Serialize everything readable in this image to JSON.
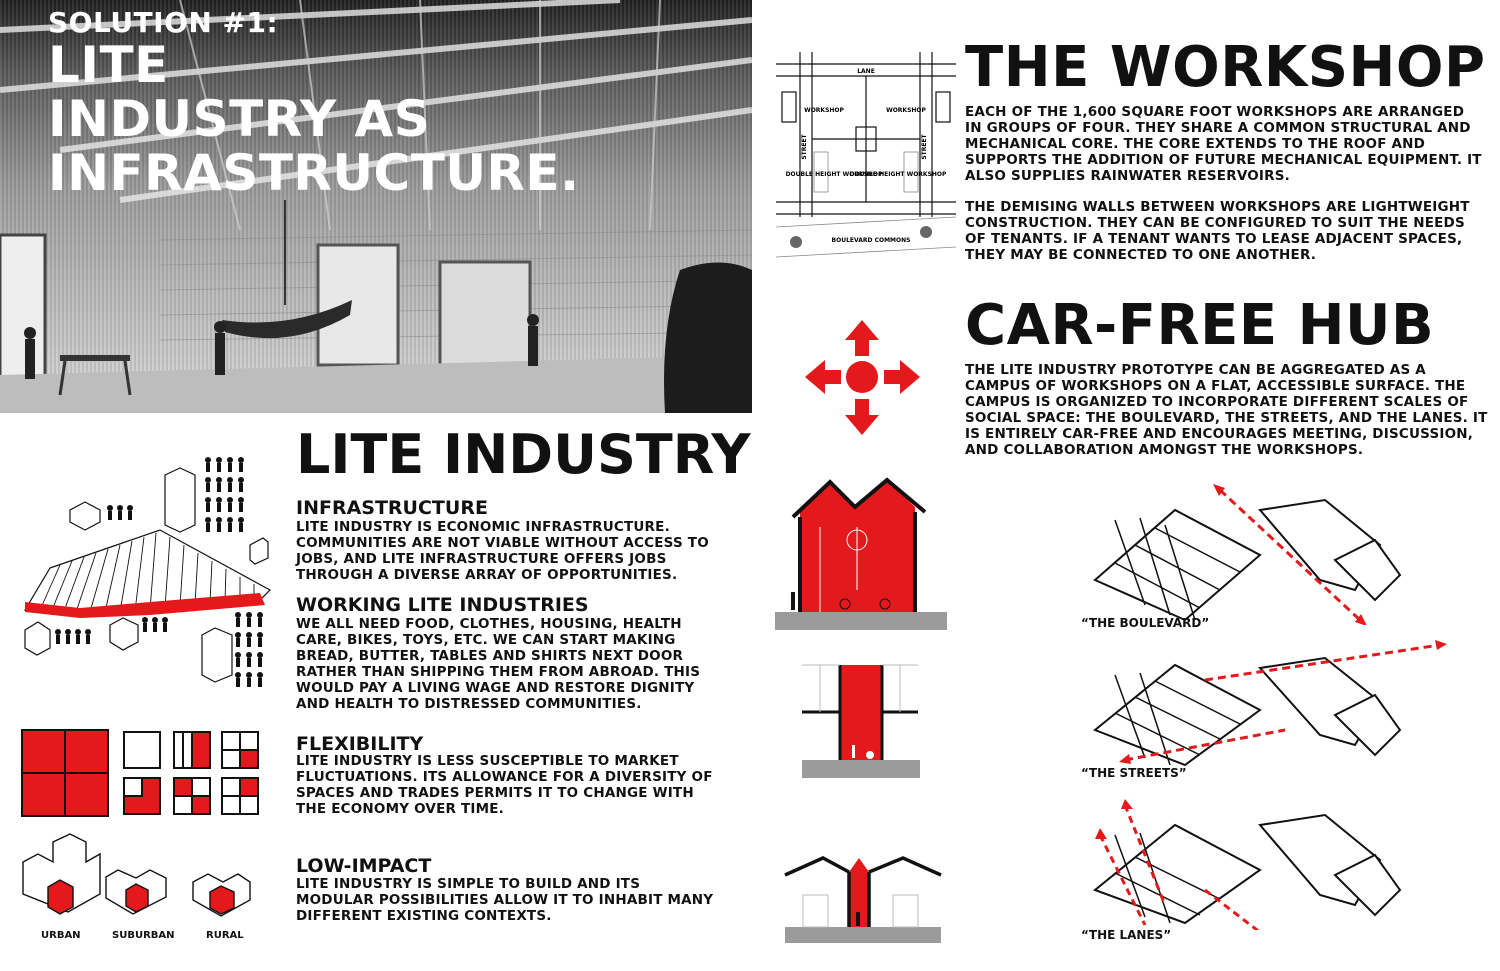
{
  "hero": {
    "label": "SOLUTION #1:",
    "title_lines": [
      "LITE",
      "INDUSTRY AS",
      "INFRASTRUCTURE."
    ]
  },
  "workshop": {
    "heading": "THE WORKSHOP",
    "para1": "EACH OF THE 1,600 SQUARE FOOT WORKSHOPS ARE ARRANGED IN GROUPS OF FOUR. THEY SHARE A COMMON STRUCTURAL AND MECHANICAL CORE. THE CORE EXTENDS TO THE ROOF AND SUPPORTS THE ADDITION OF FUTURE MECHANICAL EQUIPMENT. IT ALSO SUPPLIES RAINWATER RESERVOIRS.",
    "para2": "THE DEMISING WALLS BETWEEN WORKSHOPS ARE LIGHTWEIGHT CONSTRUCTION. THEY CAN BE CONFIGURED TO SUIT THE NEEDS OF TENANTS. IF A TENANT WANTS TO LEASE ADJACENT SPACES, THEY MAY BE CONNECTED TO ONE ANOTHER.",
    "plan_labels": {
      "lane": "LANE",
      "workshop_a": "WORKSHOP",
      "workshop_b": "WORKSHOP",
      "double_a": "DOUBLE HEIGHT WORKSHOP",
      "double_b": "DOUBLE HEIGHT WORKSHOP",
      "street_left": "STREET",
      "street_right": "STREET",
      "boulevard": "BOULEVARD COMMONS"
    }
  },
  "hub": {
    "heading": "CAR-FREE HUB",
    "para": "THE LITE INDUSTRY PROTOTYPE CAN BE AGGREGATED AS A CAMPUS OF WORKSHOPS ON A FLAT, ACCESSIBLE SURFACE. THE CAMPUS IS ORGANIZED TO INCORPORATE DIFFERENT SCALES OF SOCIAL SPACE: THE BOULEVARD, THE STREETS, AND THE LANES. IT IS ENTIRELY CAR-FREE AND ENCOURAGES MEETING, DISCUSSION, AND COLLABORATION AMONGST THE WORKSHOPS.",
    "scales": [
      "“THE BOULEVARD”",
      "“THE STREETS”",
      "“THE LANES”"
    ]
  },
  "lite": {
    "heading": "LITE INDUSTRY",
    "sections": [
      {
        "title": "INFRASTRUCTURE",
        "body": "LITE INDUSTRY IS ECONOMIC INFRASTRUCTURE. COMMUNITIES ARE NOT VIABLE WITHOUT ACCESS TO JOBS, AND LITE INFRASTRUCTURE OFFERS JOBS THROUGH A DIVERSE ARRAY OF OPPORTUNITIES."
      },
      {
        "title": "WORKING LITE INDUSTRIES",
        "body": "WE ALL NEED FOOD, CLOTHES, HOUSING, HEALTH CARE, BIKES, TOYS, ETC. WE CAN START MAKING BREAD, BUTTER, TABLES AND SHIRTS NEXT DOOR RATHER THAN SHIPPING THEM FROM ABROAD. THIS WOULD PAY A LIVING WAGE AND RESTORE DIGNITY AND HEALTH TO DISTRESSED COMMUNITIES."
      },
      {
        "title": "FLEXIBILITY",
        "body": "LITE INDUSTRY IS LESS SUSCEPTIBLE TO MARKET FLUCTUATIONS. ITS ALLOWANCE FOR A DIVERSITY OF SPACES AND TRADES PERMITS IT TO CHANGE WITH THE ECONOMY OVER TIME."
      },
      {
        "title": "LOW-IMPACT",
        "body": "LITE INDUSTRY IS SIMPLE TO BUILD AND ITS MODULAR POSSIBILITIES ALLOW IT TO INHABIT MANY DIFFERENT EXISTING CONTEXTS."
      }
    ],
    "contexts": [
      "URBAN",
      "SUBURBAN",
      "RURAL"
    ]
  },
  "colors": {
    "accent": "#e3191c",
    "ink": "#111111",
    "gray": "#9b9b9b"
  }
}
